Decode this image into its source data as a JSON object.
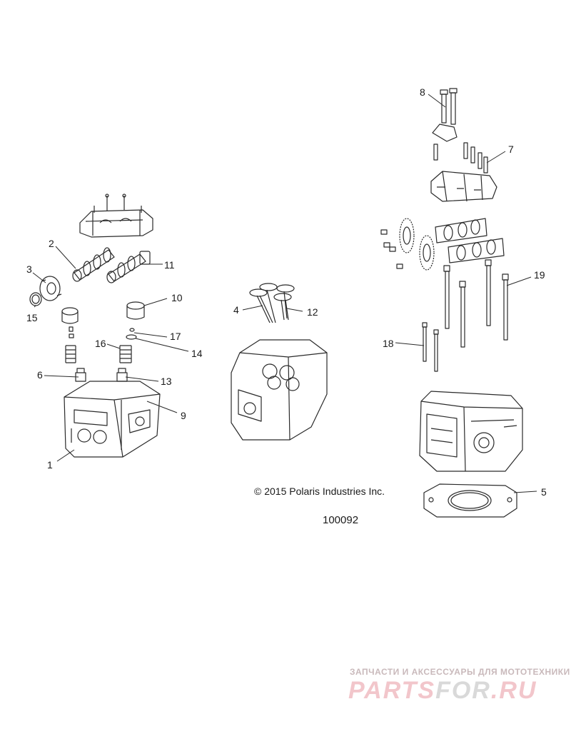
{
  "callouts": [
    {
      "id": "1",
      "label": "1"
    },
    {
      "id": "2",
      "label": "2"
    },
    {
      "id": "3",
      "label": "3"
    },
    {
      "id": "4",
      "label": "4"
    },
    {
      "id": "5",
      "label": "5"
    },
    {
      "id": "6",
      "label": "6"
    },
    {
      "id": "7",
      "label": "7"
    },
    {
      "id": "8",
      "label": "8"
    },
    {
      "id": "9",
      "label": "9"
    },
    {
      "id": "10",
      "label": "10"
    },
    {
      "id": "11",
      "label": "11"
    },
    {
      "id": "12",
      "label": "12"
    },
    {
      "id": "13",
      "label": "13"
    },
    {
      "id": "14",
      "label": "14"
    },
    {
      "id": "15",
      "label": "15"
    },
    {
      "id": "16",
      "label": "16"
    },
    {
      "id": "17",
      "label": "17"
    },
    {
      "id": "18",
      "label": "18"
    },
    {
      "id": "19",
      "label": "19"
    }
  ],
  "copyright": "© 2015 Polaris Industries Inc.",
  "drawing_number": "100092",
  "watermark": {
    "tagline": "ЗАПЧАСТИ И АКСЕССУАРЫ ДЛЯ МОТОТЕХНИКИ",
    "logo_main": "PARTS",
    "logo_accent": "FOR",
    "logo_suffix": ".RU"
  },
  "colors": {
    "line": "#2a2a2a",
    "text": "#1a1a1a",
    "watermark_red": "#f2c6cb",
    "watermark_gray": "#d9d9d9"
  }
}
